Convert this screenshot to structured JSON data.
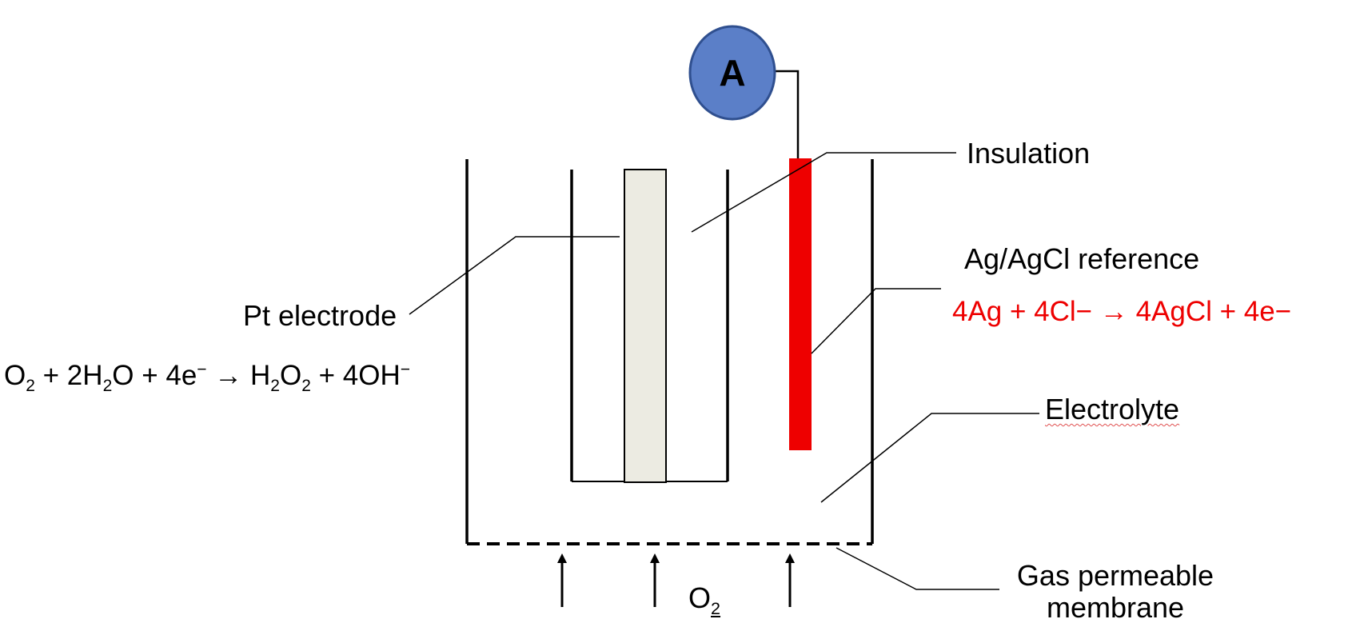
{
  "ammeter": {
    "label": "A"
  },
  "labels": {
    "insulation": "Insulation",
    "reference": "Ag/AgCl reference",
    "pt_electrode": "Pt electrode",
    "electrolyte": "Electrolyte",
    "membrane_line1": "Gas permeable",
    "membrane_line2": "membrane"
  },
  "oxygen_input": {
    "base": "O",
    "sub": "2"
  },
  "cathode_reaction": {
    "o": "O",
    "o_sub": "2",
    "mid1": " + 2H",
    "h_sub": "2",
    "mid2": "O + 4e",
    "e_sup": "−",
    "arrow": " →  ",
    "h2": "H",
    "h2_sub": "2",
    "o2": "O",
    "o2_sub": "2",
    "end": " + 4OH",
    "oh_sup": "−"
  },
  "anode_reaction": "4Ag + 4Cl− →  4AgCl  +  4e−",
  "colors": {
    "ammeter_fill": "#5b7fc8",
    "ammeter_stroke": "#2f4f8f",
    "reference_electrode": "#ee0000",
    "pt_electrode_fill": "#ecebe2",
    "reaction_text_red": "#ee0000"
  }
}
